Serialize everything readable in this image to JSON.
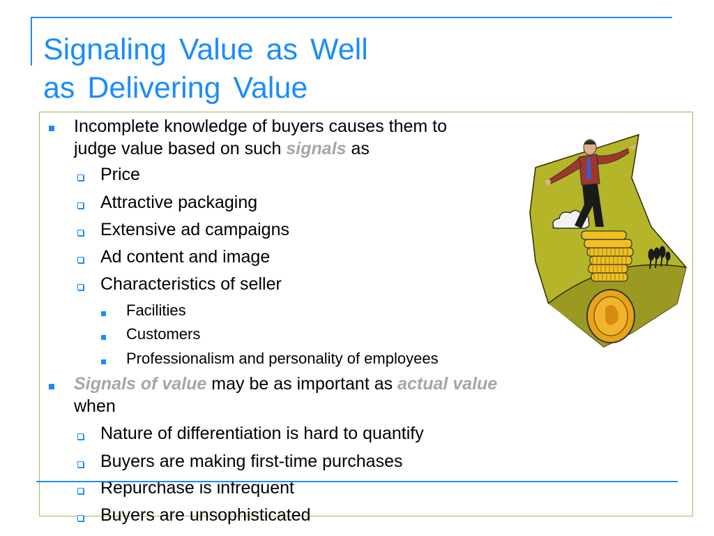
{
  "slide": {
    "title_line1": "Signaling  Value  as  Well",
    "title_line2": "as  Delivering  Value",
    "accent_color": "#1a8cff",
    "emphasis_color": "#a6a6a6",
    "box_border_color": "#9bbb59"
  },
  "bullets": {
    "b1_line1": "Incomplete knowledge of buyers causes them to",
    "b1_line2_pre": "judge value based on such ",
    "b1_line2_em": "signals",
    "b1_line2_post": " as",
    "b1_sub": [
      "Price",
      "Attractive packaging",
      "Extensive ad campaigns",
      "Ad content and image",
      "Characteristics of seller"
    ],
    "b1_subsub": [
      "Facilities",
      "Customers",
      "Professionalism and personality of employees"
    ],
    "b2_em1": "Signals of value",
    "b2_mid": " may be as important as ",
    "b2_em2": "actual value",
    "b2_line2": "when",
    "b2_sub": [
      "Nature of differentiation is hard to quantify",
      "Buyers are making first-time purchases",
      "Repurchase is infrequent",
      "Buyers are unsophisticated"
    ]
  },
  "clipart": {
    "icon": "businessman-balancing-on-coin-stack-icon"
  }
}
